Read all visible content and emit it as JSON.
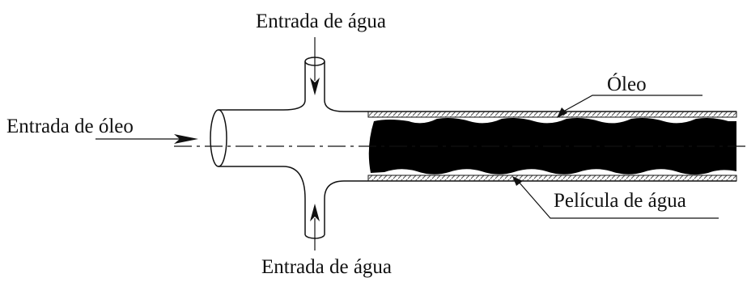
{
  "labels": {
    "water_inlet_top": "Entrada de água",
    "oil_inlet": "Entrada de óleo",
    "oil": "Óleo",
    "water_film": "Película de água",
    "water_inlet_bottom": "Entrada de água"
  },
  "colors": {
    "line": "#111111",
    "oil_core": "#000000",
    "background": "#ffffff"
  }
}
